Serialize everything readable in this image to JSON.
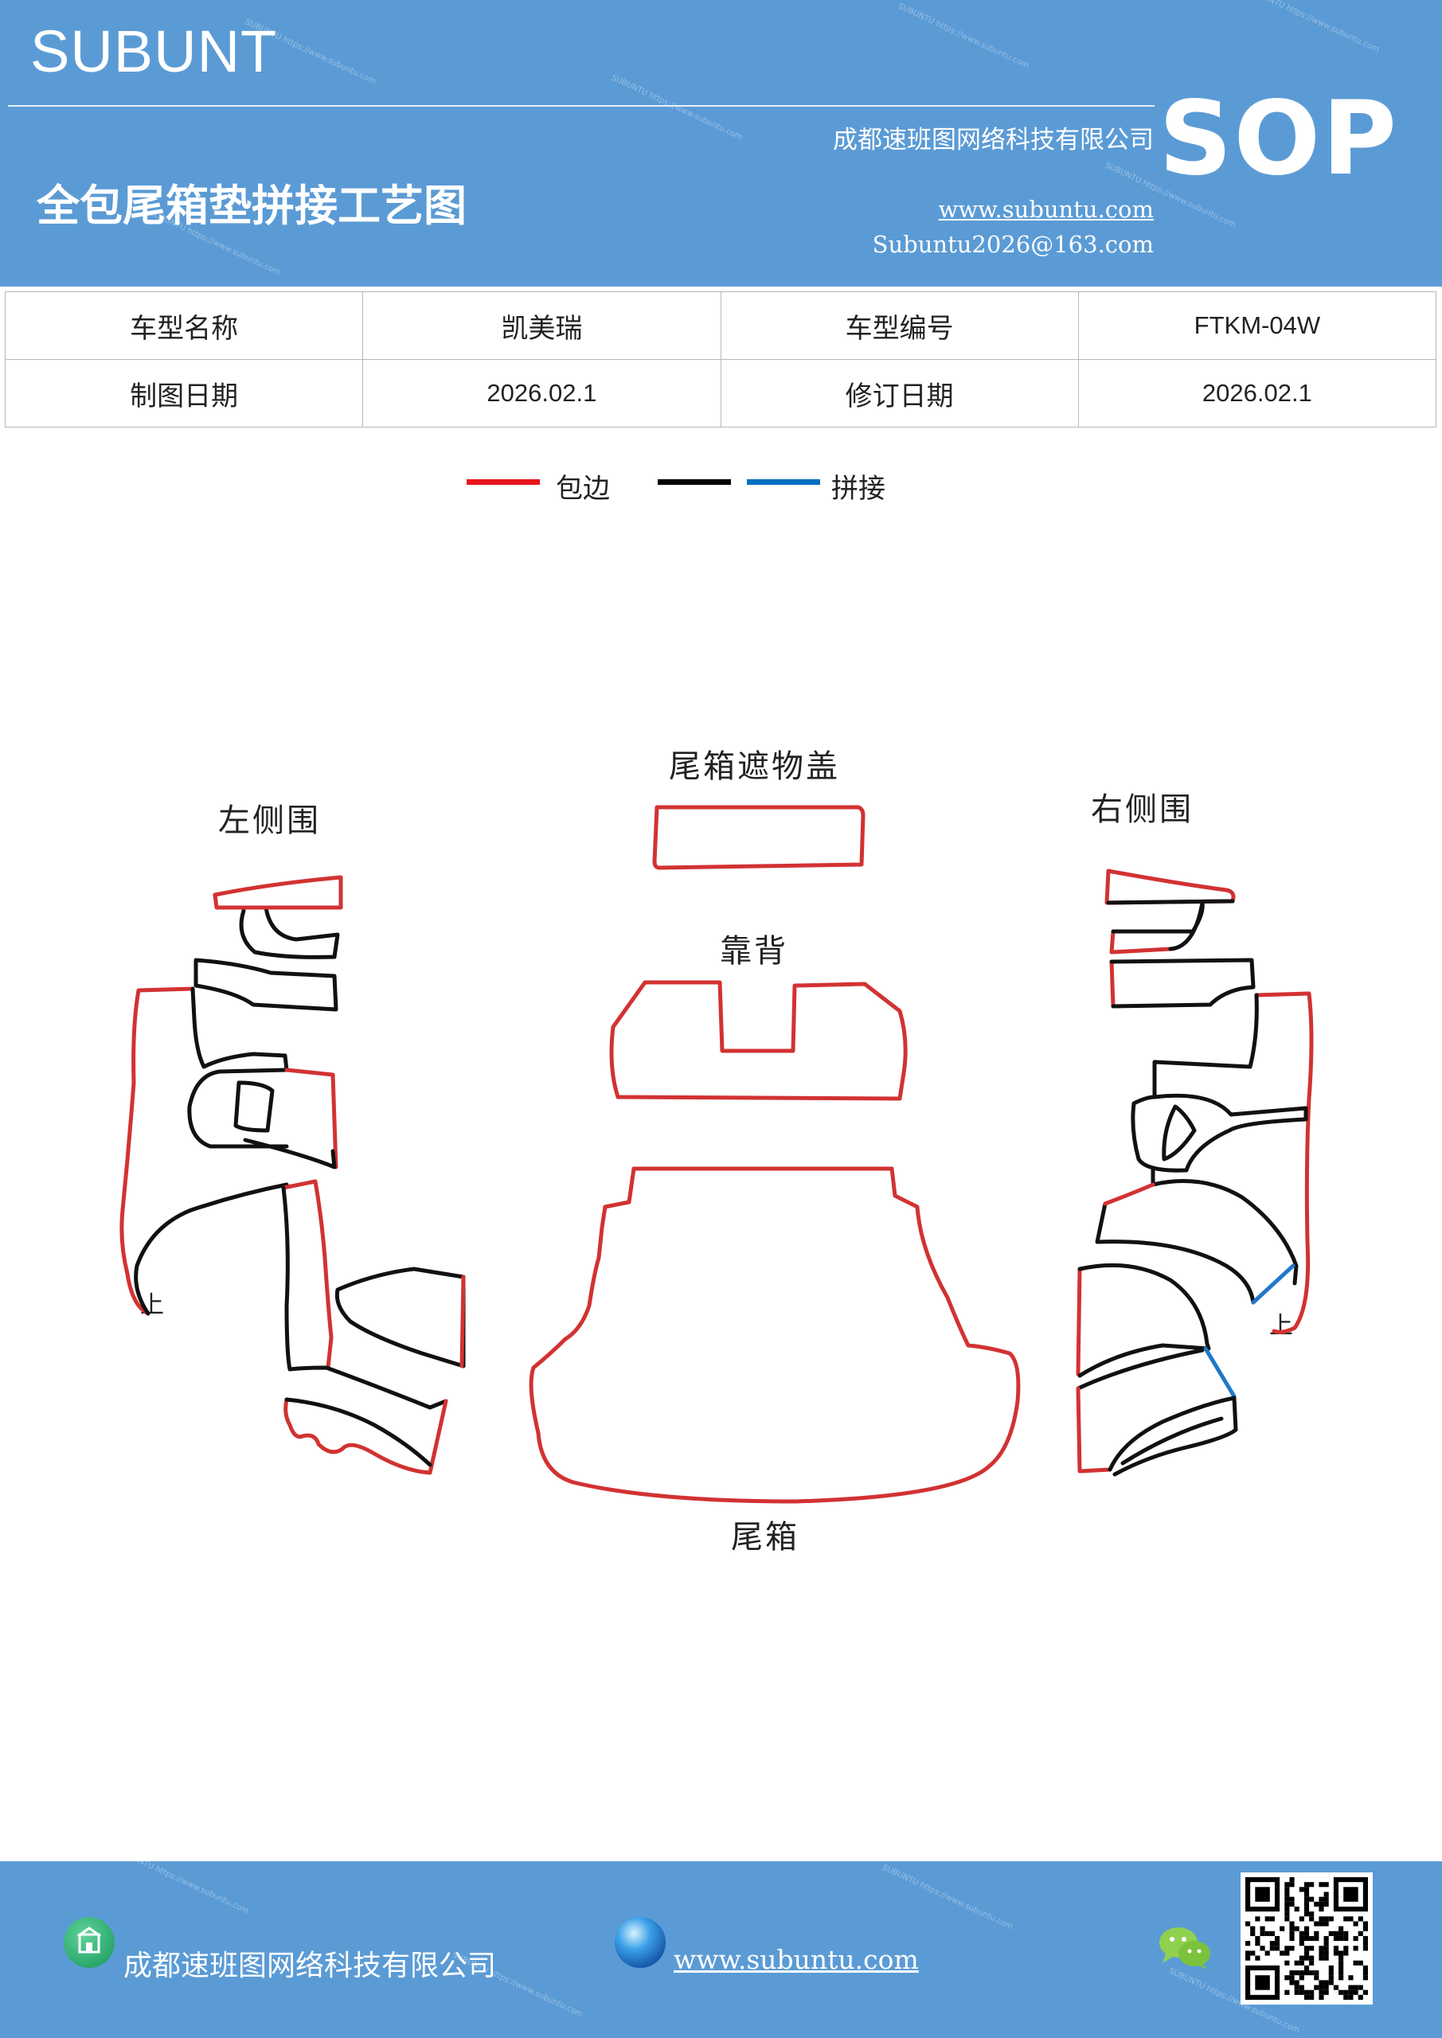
{
  "header": {
    "brand": "SUBUNT",
    "badge": "SOP",
    "company": "成都速班图网络科技有限公司",
    "title": "全包尾箱垫拼接工艺图",
    "website": "www.subuntu.com",
    "email": "Subuntu2026@163.com"
  },
  "info_table": {
    "rows": [
      [
        {
          "text": "车型名称",
          "kind": "label"
        },
        {
          "text": "凯美瑞",
          "kind": "value"
        },
        {
          "text": "车型编号",
          "kind": "label"
        },
        {
          "text": "FTKM-04W",
          "kind": "value"
        }
      ],
      [
        {
          "text": "制图日期",
          "kind": "label"
        },
        {
          "text": "2026.02.1",
          "kind": "value"
        },
        {
          "text": "修订日期",
          "kind": "label"
        },
        {
          "text": "2026.02.1",
          "kind": "value"
        }
      ]
    ]
  },
  "legend": {
    "items": [
      {
        "label": "包边",
        "color": "#e8141b"
      },
      {
        "label": "",
        "color": "#000000"
      },
      {
        "label": "拼接",
        "color": "#0070c0"
      }
    ]
  },
  "drawing": {
    "labels": {
      "cargo_cover": "尾箱遮物盖",
      "left_side": "左侧围",
      "right_side": "右侧围",
      "backrest": "靠背",
      "trunk": "尾箱",
      "left_mark": "上",
      "right_mark": "上"
    },
    "colors": {
      "edge": "#d23232",
      "seam": "#111111",
      "joint": "#1f78c8"
    }
  },
  "footer": {
    "company": "成都速班图网络科技有限公司",
    "website": "www.subuntu.com"
  }
}
